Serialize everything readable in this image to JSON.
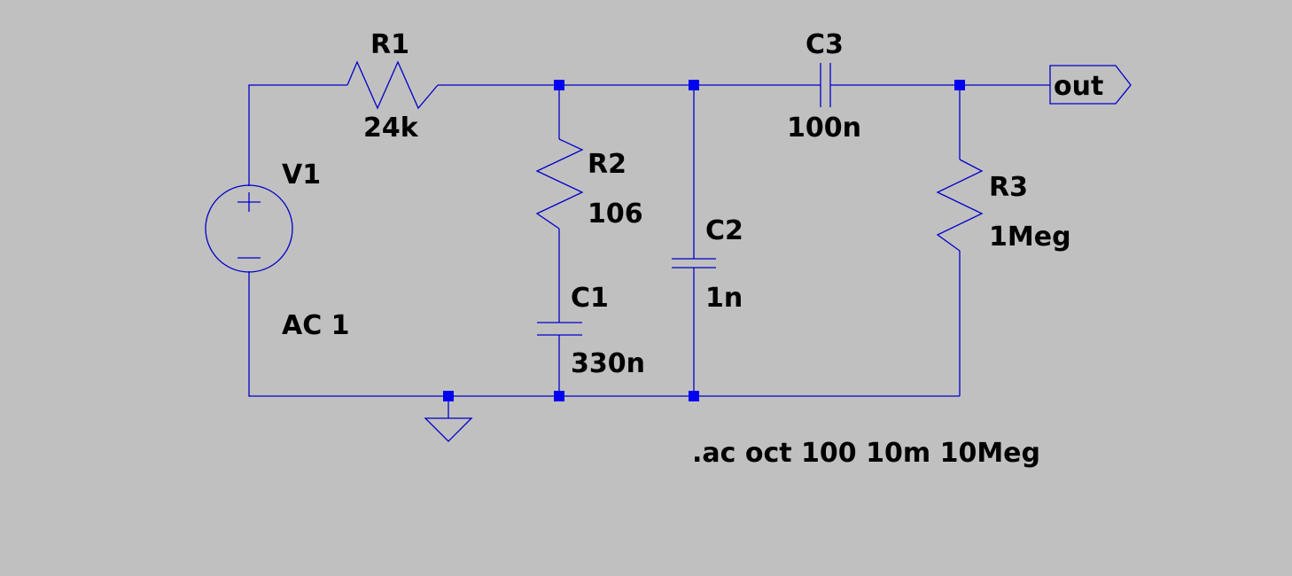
{
  "components": {
    "r1": {
      "name": "R1",
      "value": "24k"
    },
    "r2": {
      "name": "R2",
      "value": "106"
    },
    "r3": {
      "name": "R3",
      "value": "1Meg"
    },
    "c1": {
      "name": "C1",
      "value": "330n"
    },
    "c2": {
      "name": "C2",
      "value": "1n"
    },
    "c3": {
      "name": "C3",
      "value": "100n"
    },
    "v1": {
      "name": "V1",
      "value": "AC 1"
    }
  },
  "output_port": {
    "label": "out"
  },
  "directive": ".ac oct 100 10m 10Meg",
  "colors": {
    "background": "#c0c0c0",
    "wire": "#0000c8",
    "node": "#0000f0",
    "text": "#000000"
  }
}
